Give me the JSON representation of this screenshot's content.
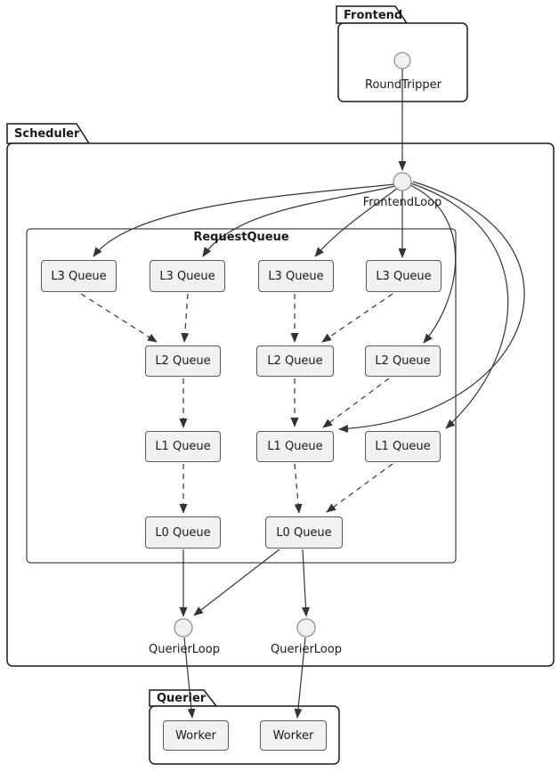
{
  "packages": {
    "frontend": {
      "label": "Frontend"
    },
    "scheduler": {
      "label": "Scheduler"
    },
    "querier": {
      "label": "Querier"
    }
  },
  "nodes": {
    "round_tripper": {
      "label": "RoundTripper"
    },
    "frontend_loop": {
      "label": "FrontendLoop"
    },
    "querier_loop_1": {
      "label": "QuerierLoop"
    },
    "querier_loop_2": {
      "label": "QuerierLoop"
    }
  },
  "request_queue": {
    "title": "RequestQueue",
    "l3_queues": [
      "L3 Queue",
      "L3 Queue",
      "L3 Queue",
      "L3 Queue"
    ],
    "l2_queues": [
      "L2 Queue",
      "L2 Queue",
      "L2 Queue"
    ],
    "l1_queues": [
      "L1 Queue",
      "L1 Queue",
      "L1 Queue"
    ],
    "l0_queues": [
      "L0 Queue",
      "L0 Queue"
    ]
  },
  "workers": [
    "Worker",
    "Worker"
  ],
  "edges": [
    {
      "from": "RoundTripper",
      "to": "FrontendLoop",
      "style": "solid"
    },
    {
      "from": "FrontendLoop",
      "to": "L3 Queue 1",
      "style": "solid"
    },
    {
      "from": "FrontendLoop",
      "to": "L3 Queue 2",
      "style": "solid"
    },
    {
      "from": "FrontendLoop",
      "to": "L3 Queue 3",
      "style": "solid"
    },
    {
      "from": "FrontendLoop",
      "to": "L3 Queue 4",
      "style": "solid"
    },
    {
      "from": "FrontendLoop",
      "to": "L2 Queue 3",
      "style": "solid"
    },
    {
      "from": "FrontendLoop",
      "to": "L1 Queue 3",
      "style": "solid"
    },
    {
      "from": "FrontendLoop",
      "to": "L1 Queue 2",
      "style": "solid"
    },
    {
      "from": "L3 Queue 1",
      "to": "L2 Queue 1",
      "style": "dashed"
    },
    {
      "from": "L3 Queue 2",
      "to": "L2 Queue 1",
      "style": "dashed"
    },
    {
      "from": "L3 Queue 3",
      "to": "L2 Queue 2",
      "style": "dashed"
    },
    {
      "from": "L3 Queue 4",
      "to": "L2 Queue 2",
      "style": "dashed"
    },
    {
      "from": "L2 Queue 1",
      "to": "L1 Queue 1",
      "style": "dashed"
    },
    {
      "from": "L2 Queue 2",
      "to": "L1 Queue 2",
      "style": "dashed"
    },
    {
      "from": "L2 Queue 3",
      "to": "L1 Queue 2",
      "style": "dashed"
    },
    {
      "from": "L1 Queue 1",
      "to": "L0 Queue 1",
      "style": "dashed"
    },
    {
      "from": "L1 Queue 2",
      "to": "L0 Queue 2",
      "style": "dashed"
    },
    {
      "from": "L1 Queue 3",
      "to": "L0 Queue 2",
      "style": "dashed"
    },
    {
      "from": "L0 Queue 1",
      "to": "QuerierLoop 1",
      "style": "solid"
    },
    {
      "from": "L0 Queue 2",
      "to": "QuerierLoop 1",
      "style": "solid"
    },
    {
      "from": "L0 Queue 2",
      "to": "QuerierLoop 2",
      "style": "solid"
    },
    {
      "from": "QuerierLoop 1",
      "to": "Worker 1",
      "style": "solid"
    },
    {
      "from": "QuerierLoop 2",
      "to": "Worker 2",
      "style": "solid"
    }
  ],
  "colors": {
    "background": "#ffffff",
    "text": "#1a1a1a",
    "edge": "#343434",
    "package_border": "#1a1a1a",
    "node_fill": "#f1f1f1",
    "node_border": "#595959",
    "circle_fill": "#f0f0f0",
    "circle_border": "#8c8c8c"
  }
}
